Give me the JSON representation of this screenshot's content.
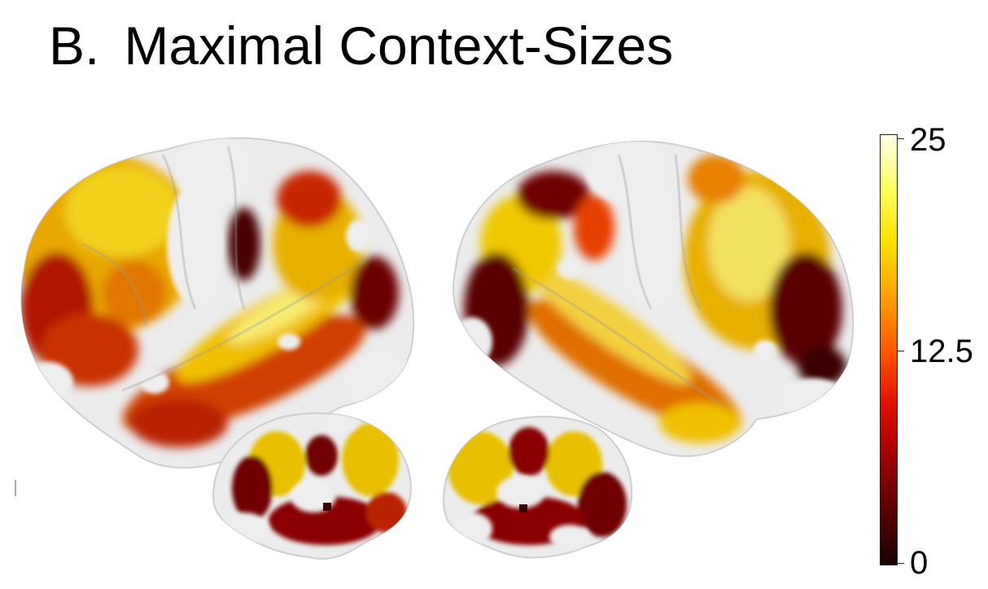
{
  "figure": {
    "panel_letter": "B.",
    "title": "Maximal Context-Sizes"
  },
  "colorbar": {
    "max_label": "25",
    "mid_label": "12.5",
    "min_label": "0",
    "colormap": "hot",
    "stops": [
      "#1a0000",
      "#5a0000",
      "#a00000",
      "#e01000",
      "#ff5a00",
      "#ffa000",
      "#ffe000",
      "#ffff60",
      "#ffffe8"
    ]
  },
  "views": [
    {
      "name": "left-lateral-hemisphere"
    },
    {
      "name": "right-lateral-hemisphere"
    },
    {
      "name": "left-medial-hemisphere"
    },
    {
      "name": "right-medial-hemisphere"
    }
  ]
}
